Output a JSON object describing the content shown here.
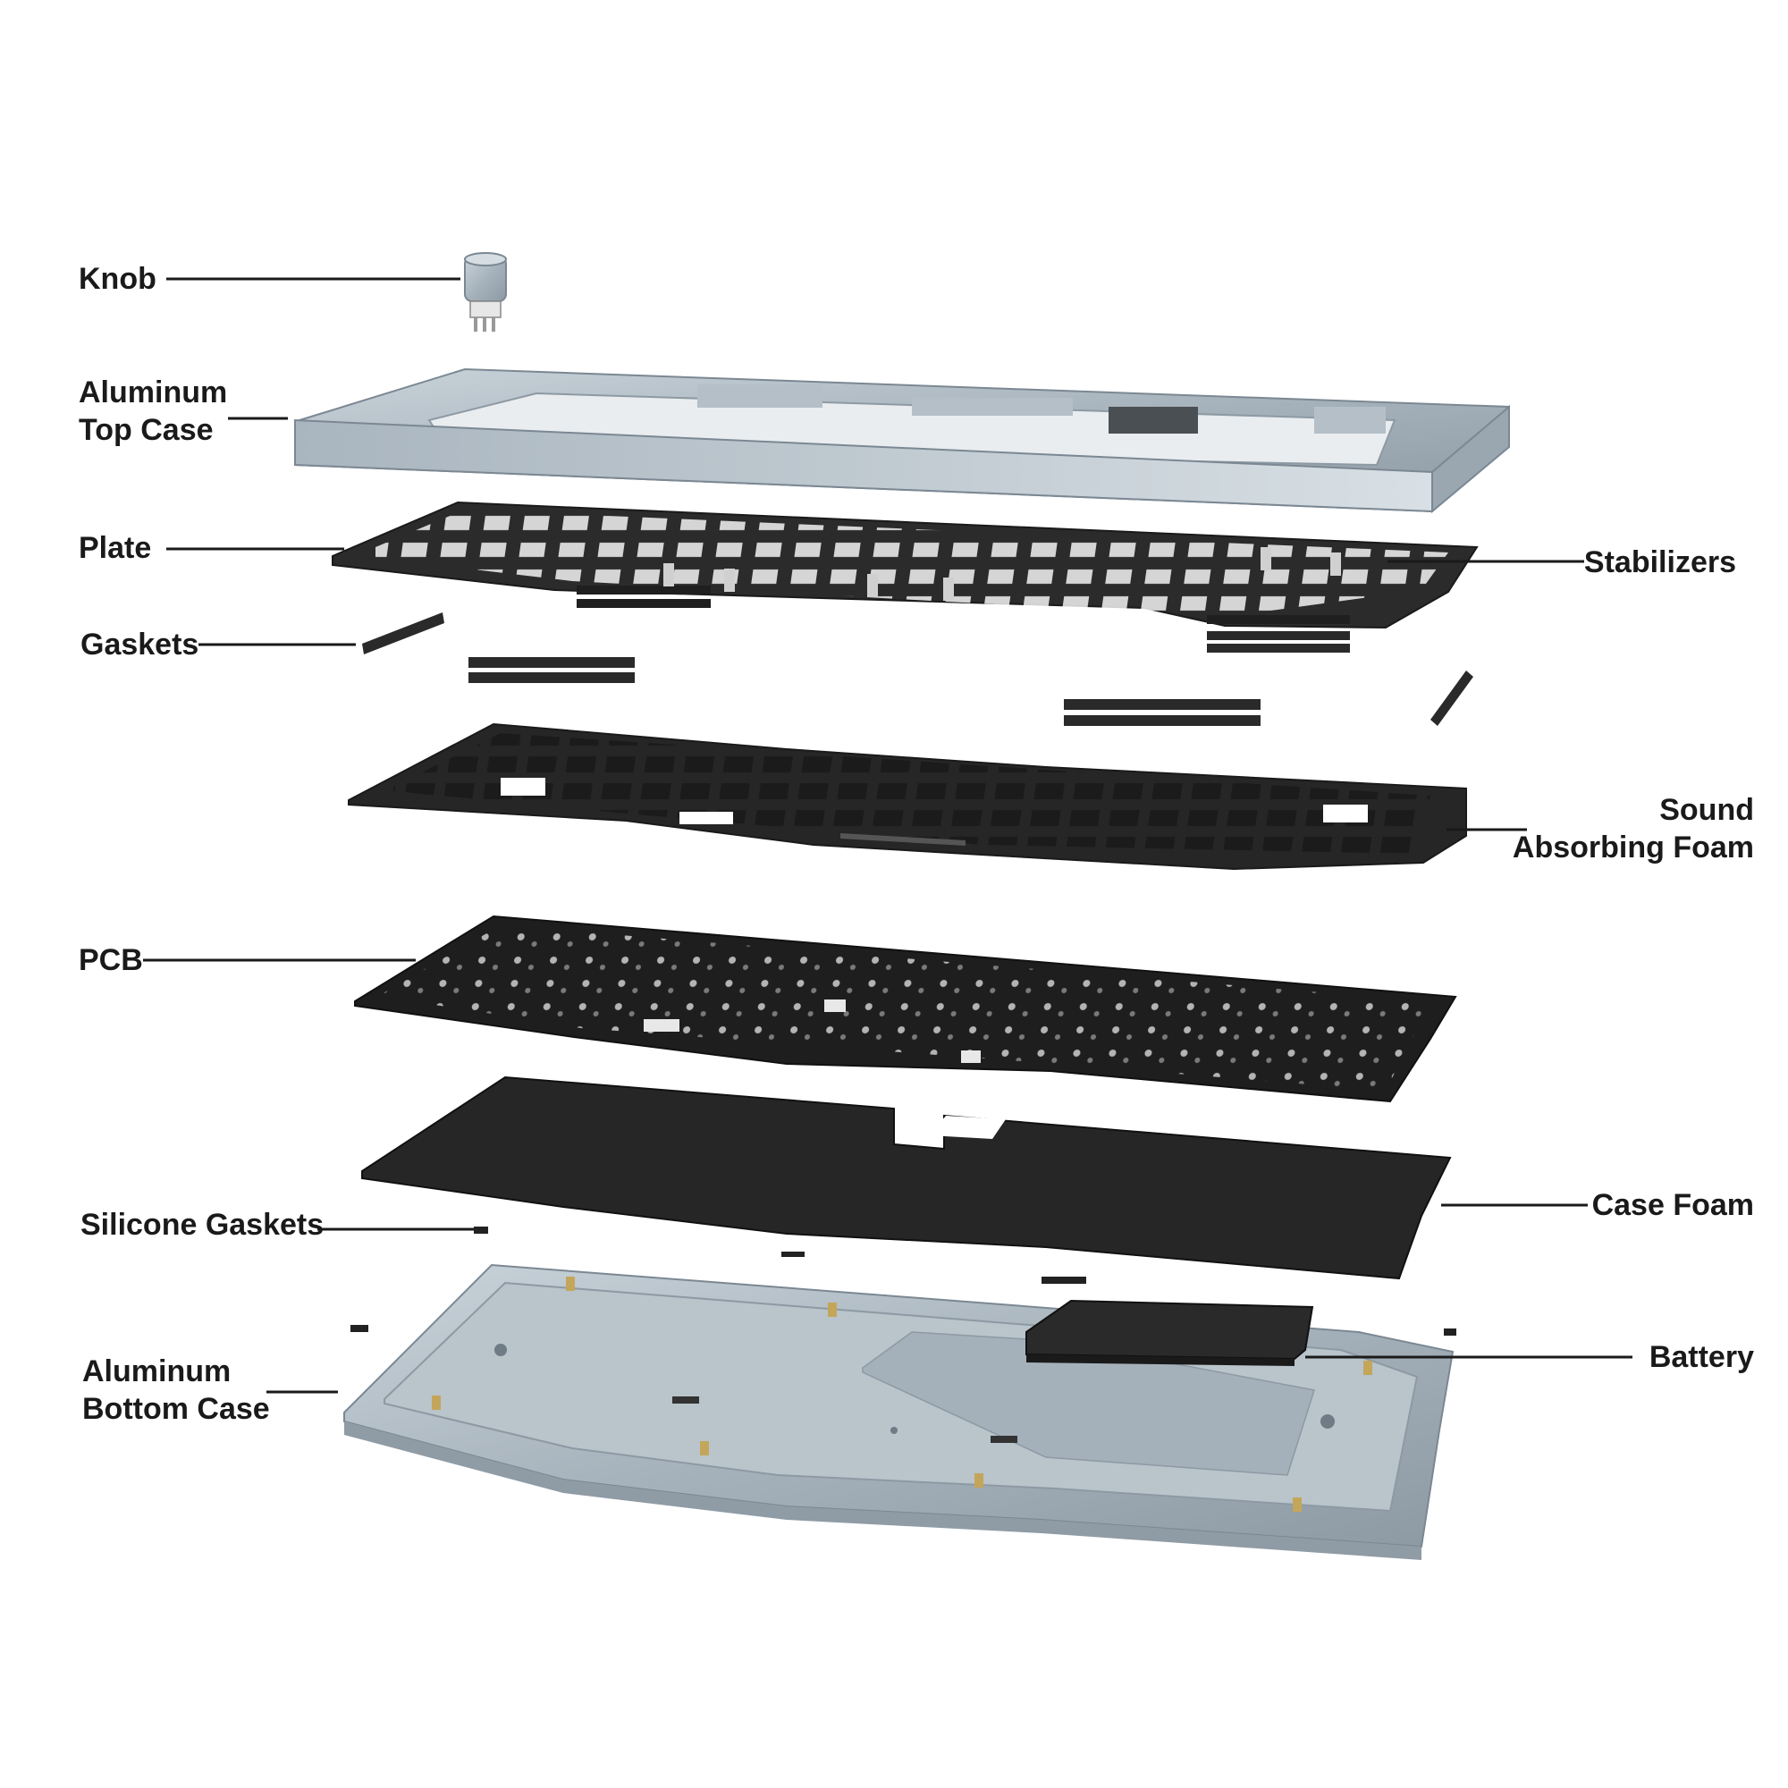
{
  "labels": {
    "knob": "Knob",
    "top_case": [
      "Aluminum",
      "Top Case"
    ],
    "plate": "Plate",
    "gaskets": "Gaskets",
    "pcb": "PCB",
    "silicone_gaskets": "Silicone Gaskets",
    "bottom_case": [
      "Aluminum",
      "Bottom Case"
    ],
    "stabilizers": "Stabilizers",
    "sound_foam": [
      "Sound",
      "Absorbing Foam"
    ],
    "case_foam": "Case Foam",
    "battery": "Battery"
  },
  "colors": {
    "aluminum": "#9aa7b1",
    "aluminum_light": "#c6d0d7",
    "aluminum_dark": "#7b8893",
    "plate": "#2b2b2b",
    "foam": "#262626",
    "pcb": "#1e1e1e",
    "text": "#1a1a1a",
    "leader": "#1a1a1a"
  }
}
